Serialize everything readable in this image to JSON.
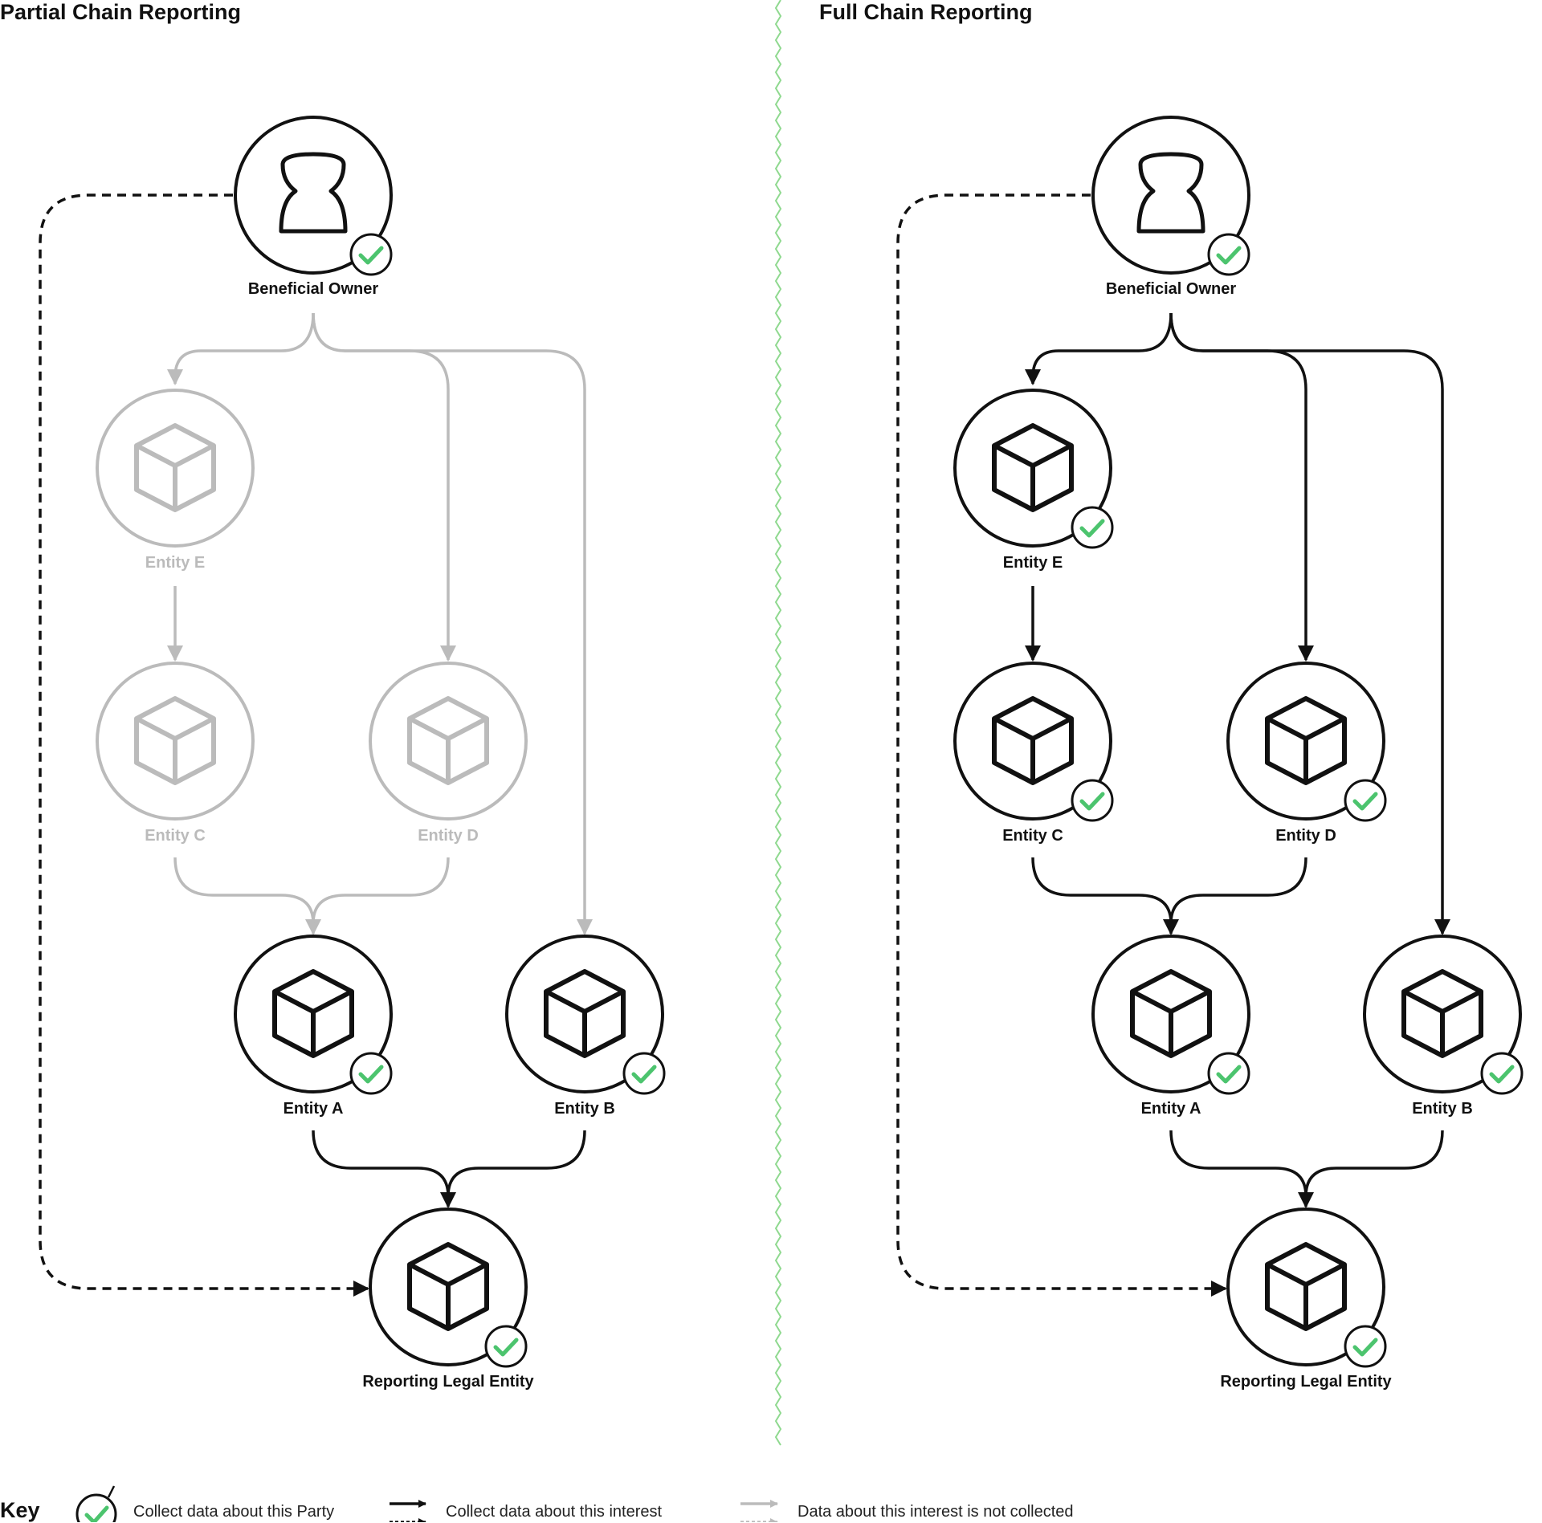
{
  "panels": {
    "partial": {
      "title": "Partial Chain Reporting"
    },
    "full": {
      "title": "Full Chain Reporting"
    }
  },
  "labels": {
    "beneficial_owner": "Beneficial Owner",
    "entity_e": "Entity E",
    "entity_c": "Entity C",
    "entity_d": "Entity D",
    "entity_a": "Entity A",
    "entity_b": "Entity B",
    "reporting_legal_entity": "Reporting Legal Entity"
  },
  "key": {
    "title": "Key",
    "collect_party": "Collect data about this Party",
    "collect_interest": "Collect data about this interest",
    "not_collected": "Data about this interest is not collected"
  },
  "colors": {
    "active": "#111111",
    "inactive": "#bbbbbb",
    "check": "#4cc46e",
    "divider": "#8fd98f"
  },
  "nodes_state": {
    "partial": {
      "beneficial_owner": "collected",
      "entity_e": "not-collected",
      "entity_c": "not-collected",
      "entity_d": "not-collected",
      "entity_a": "collected",
      "entity_b": "collected",
      "reporting_legal_entity": "collected"
    },
    "full": {
      "beneficial_owner": "collected",
      "entity_e": "collected",
      "entity_c": "collected",
      "entity_d": "collected",
      "entity_a": "collected",
      "entity_b": "collected",
      "reporting_legal_entity": "collected"
    }
  }
}
